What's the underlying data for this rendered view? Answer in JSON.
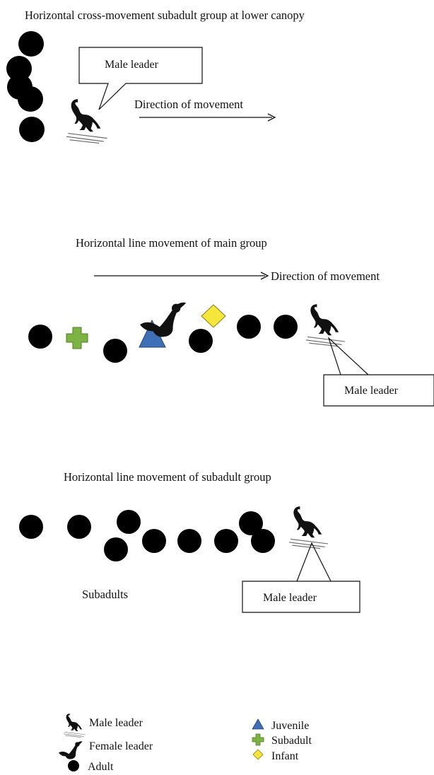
{
  "panels": {
    "cross": {
      "title": "Horizontal cross-movement subadult group at lower canopy",
      "callout": "Male leader",
      "arrow_label": "Direction of movement"
    },
    "main": {
      "title": "Horizontal line movement of main group",
      "arrow_label": "Direction of movement",
      "callout": "Male leader"
    },
    "subadult": {
      "title": "Horizontal line movement of subadult group",
      "group_label": "Subadults",
      "callout": "Male leader"
    }
  },
  "legend": {
    "items": [
      {
        "icon": "male-leader-icon",
        "label": "Male leader"
      },
      {
        "icon": "female-leader-icon",
        "label": "Female leader"
      },
      {
        "icon": "adult-circle-icon",
        "label": "Adult"
      },
      {
        "icon": "juvenile-triangle-icon",
        "label": "Juvenile"
      },
      {
        "icon": "subadult-cross-icon",
        "label": "Subadult"
      },
      {
        "icon": "infant-diamond-icon",
        "label": "Infant"
      }
    ]
  },
  "colors": {
    "adult": "#000000",
    "juvenile": "#3f6fb5",
    "subadult": "#7cb342",
    "infant": "#f5e63b"
  }
}
